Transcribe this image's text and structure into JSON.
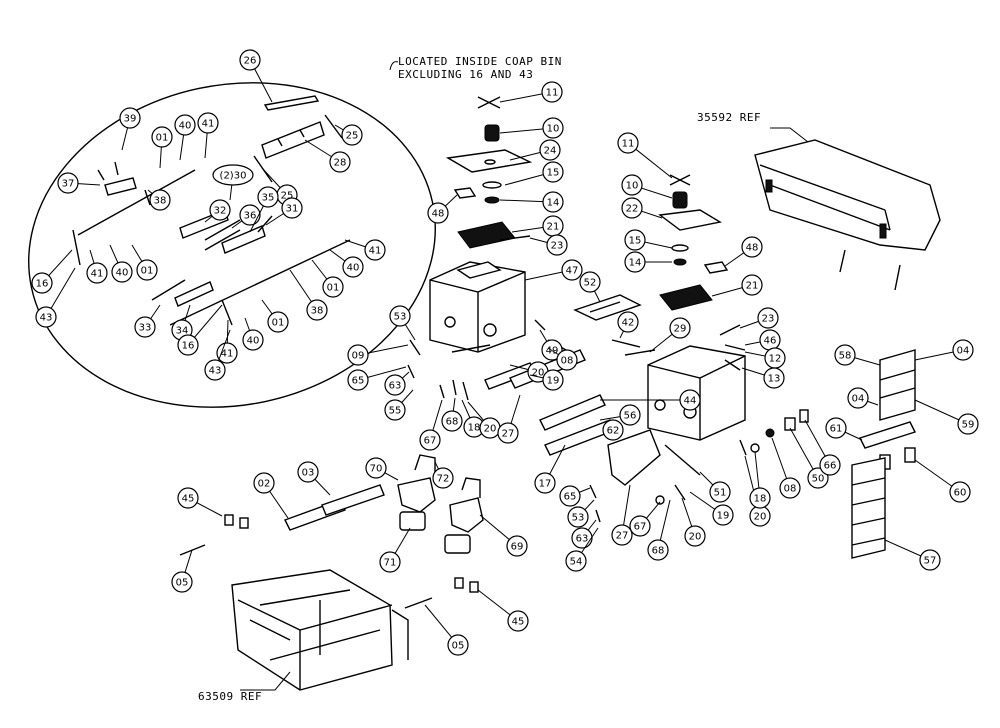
{
  "notes": {
    "inside_bin_line1": "LOCATED INSIDE COAP BIN",
    "inside_bin_line2": "EXCLUDING 16 AND 43",
    "ref_35592": "35592 REF",
    "ref_63509": "63509 REF"
  },
  "callouts": [
    {
      "label": "26"
    },
    {
      "label": "25"
    },
    {
      "label": "28"
    },
    {
      "label": "25"
    },
    {
      "label": "39"
    },
    {
      "label": "01"
    },
    {
      "label": "40"
    },
    {
      "label": "41"
    },
    {
      "label": "(2)30"
    },
    {
      "label": "37"
    },
    {
      "label": "32"
    },
    {
      "label": "36"
    },
    {
      "label": "35"
    },
    {
      "label": "31"
    },
    {
      "label": "38"
    },
    {
      "label": "16"
    },
    {
      "label": "41"
    },
    {
      "label": "40"
    },
    {
      "label": "01"
    },
    {
      "label": "43"
    },
    {
      "label": "41"
    },
    {
      "label": "40"
    },
    {
      "label": "01"
    },
    {
      "label": "38"
    },
    {
      "label": "33"
    },
    {
      "label": "34"
    },
    {
      "label": "16"
    },
    {
      "label": "41"
    },
    {
      "label": "40"
    },
    {
      "label": "01"
    },
    {
      "label": "43"
    },
    {
      "label": "11"
    },
    {
      "label": "10"
    },
    {
      "label": "24"
    },
    {
      "label": "48"
    },
    {
      "label": "15"
    },
    {
      "label": "14"
    },
    {
      "label": "21"
    },
    {
      "label": "23"
    },
    {
      "label": "47"
    },
    {
      "label": "53"
    },
    {
      "label": "09"
    },
    {
      "label": "65"
    },
    {
      "label": "63"
    },
    {
      "label": "55"
    },
    {
      "label": "49"
    },
    {
      "label": "20"
    },
    {
      "label": "08"
    },
    {
      "label": "19"
    },
    {
      "label": "67"
    },
    {
      "label": "68"
    },
    {
      "label": "18"
    },
    {
      "label": "20"
    },
    {
      "label": "27"
    },
    {
      "label": "11"
    },
    {
      "label": "10"
    },
    {
      "label": "22"
    },
    {
      "label": "15"
    },
    {
      "label": "14"
    },
    {
      "label": "48"
    },
    {
      "label": "21"
    },
    {
      "label": "52"
    },
    {
      "label": "42"
    },
    {
      "label": "29"
    },
    {
      "label": "23"
    },
    {
      "label": "46"
    },
    {
      "label": "12"
    },
    {
      "label": "13"
    },
    {
      "label": "44"
    },
    {
      "label": "56"
    },
    {
      "label": "62"
    },
    {
      "label": "17"
    },
    {
      "label": "27"
    },
    {
      "label": "51"
    },
    {
      "label": "65"
    },
    {
      "label": "53"
    },
    {
      "label": "63"
    },
    {
      "label": "54"
    },
    {
      "label": "67"
    },
    {
      "label": "68"
    },
    {
      "label": "20"
    },
    {
      "label": "19"
    },
    {
      "label": "20"
    },
    {
      "label": "18"
    },
    {
      "label": "08"
    },
    {
      "label": "50"
    },
    {
      "label": "66"
    },
    {
      "label": "58"
    },
    {
      "label": "04"
    },
    {
      "label": "04"
    },
    {
      "label": "59"
    },
    {
      "label": "61"
    },
    {
      "label": "60"
    },
    {
      "label": "57"
    },
    {
      "label": "70"
    },
    {
      "label": "72"
    },
    {
      "label": "71"
    },
    {
      "label": "69"
    },
    {
      "label": "03"
    },
    {
      "label": "02"
    },
    {
      "label": "45"
    },
    {
      "label": "05"
    },
    {
      "label": "45"
    },
    {
      "label": "05"
    }
  ]
}
